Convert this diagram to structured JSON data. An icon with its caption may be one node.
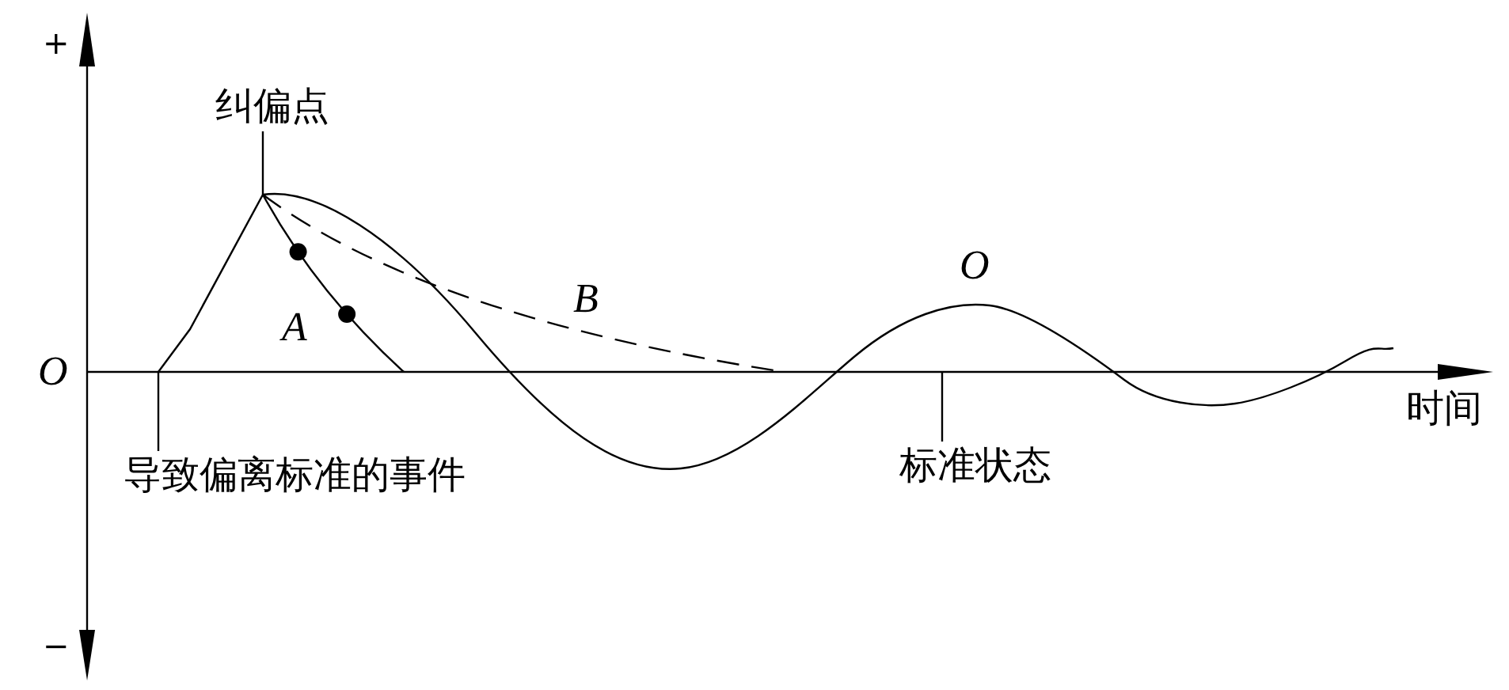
{
  "diagram": {
    "nodes": [
      {
        "text": [
          "纠偏点"
        ]
      },
      {
        "text": [
          "导致偏离标准的事件"
        ]
      },
      {
        "text": [
          "标准状态"
        ]
      }
    ],
    "edges": [
      {
        "from": 0,
        "to": null,
        "arrow": "none"
      },
      {
        "from": 1,
        "to": null,
        "arrow": "none"
      },
      {
        "from": 2,
        "to": null,
        "arrow": "none"
      }
    ],
    "labels": [
      "+",
      "−",
      "O",
      "时间",
      "A",
      "B",
      "O"
    ]
  }
}
